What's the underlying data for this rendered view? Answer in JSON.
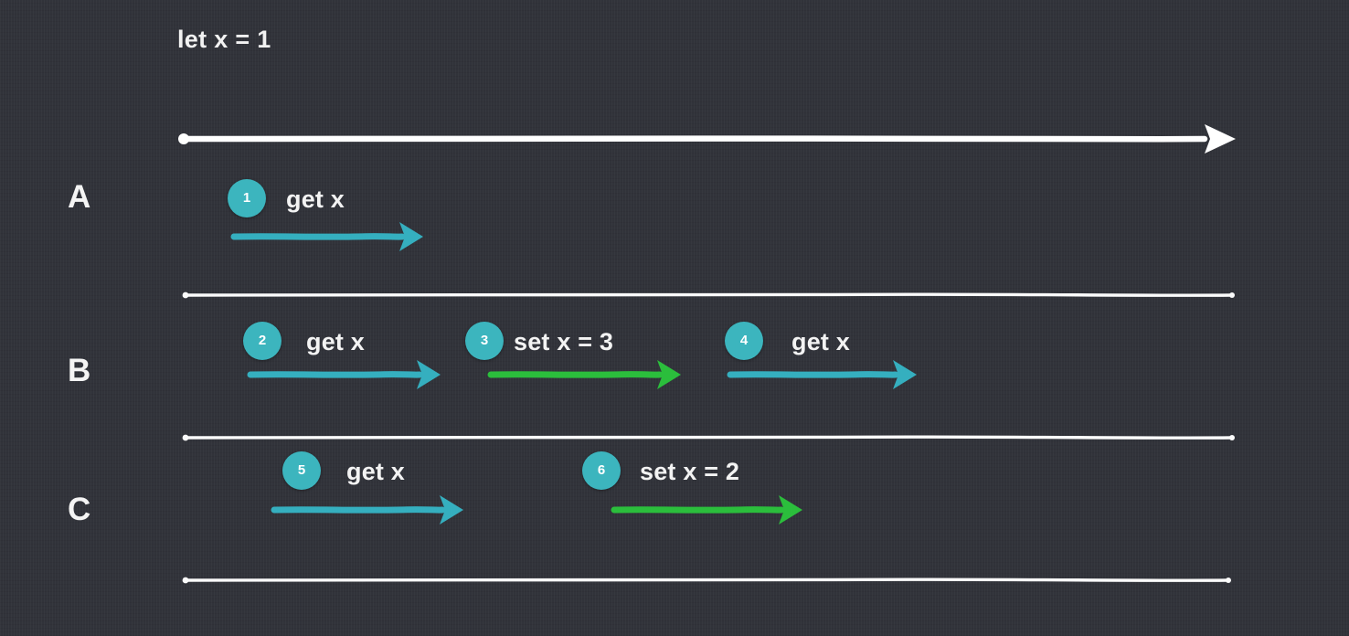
{
  "diagram": {
    "title": "let x = 1",
    "background_color": "#31333a",
    "timeline_color": "#ffffff",
    "teal_color": "#35afbf",
    "badge_color": "#3cb5be",
    "green_color": "#2bbe3c",
    "text_color": "#f3f3f3"
  },
  "timeline": {
    "name": "main-time-axis",
    "has_arrowhead": true
  },
  "lanes": [
    {
      "label": "A",
      "events": [
        {
          "number": "1",
          "label": "get x",
          "kind": "get",
          "color": "#35afbf"
        }
      ]
    },
    {
      "label": "B",
      "events": [
        {
          "number": "2",
          "label": "get x",
          "kind": "get",
          "color": "#35afbf"
        },
        {
          "number": "3",
          "label": "set x = 3",
          "kind": "set",
          "color": "#2bbe3c"
        },
        {
          "number": "4",
          "label": "get x",
          "kind": "get",
          "color": "#35afbf"
        }
      ]
    },
    {
      "label": "C",
      "events": [
        {
          "number": "5",
          "label": "get x",
          "kind": "get",
          "color": "#35afbf"
        },
        {
          "number": "6",
          "label": "set x = 2",
          "kind": "set",
          "color": "#2bbe3c"
        }
      ]
    }
  ],
  "separators": [
    {
      "name": "separator-a-b"
    },
    {
      "name": "separator-b-c"
    },
    {
      "name": "separator-bottom"
    }
  ]
}
